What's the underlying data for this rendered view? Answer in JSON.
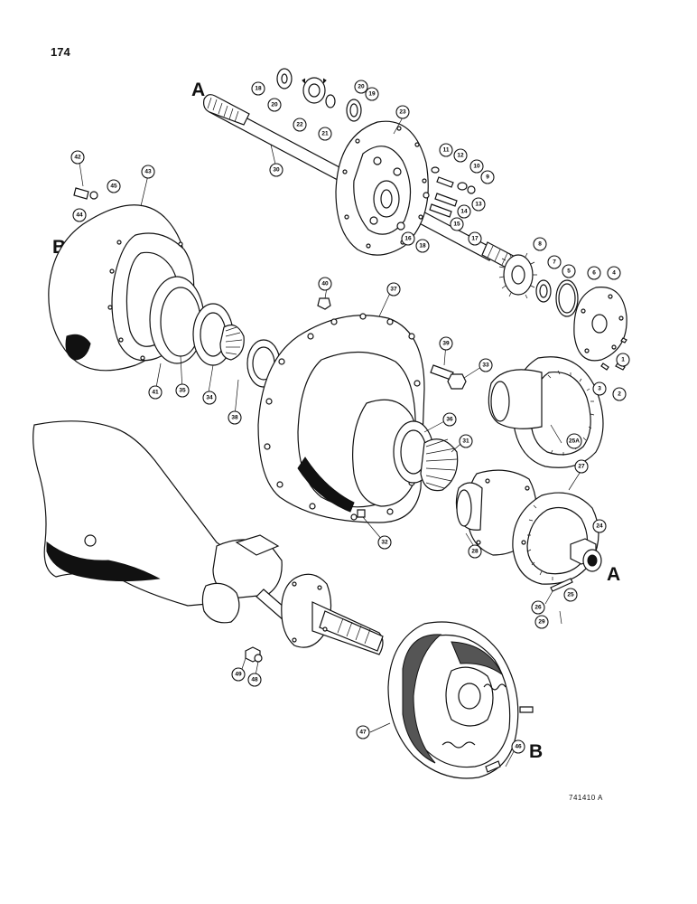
{
  "page_number": "174",
  "figure_id": "741410 A",
  "section_markers": [
    "A",
    "B",
    "A",
    "B"
  ],
  "callouts": [
    {
      "label": "1"
    },
    {
      "label": "2"
    },
    {
      "label": "3"
    },
    {
      "label": "4"
    },
    {
      "label": "5"
    },
    {
      "label": "6"
    },
    {
      "label": "7"
    },
    {
      "label": "8"
    },
    {
      "label": "9"
    },
    {
      "label": "10"
    },
    {
      "label": "11"
    },
    {
      "label": "12"
    },
    {
      "label": "13"
    },
    {
      "label": "14"
    },
    {
      "label": "15"
    },
    {
      "label": "16"
    },
    {
      "label": "17"
    },
    {
      "label": "18"
    },
    {
      "label": "18"
    },
    {
      "label": "19"
    },
    {
      "label": "20"
    },
    {
      "label": "20"
    },
    {
      "label": "21"
    },
    {
      "label": "22"
    },
    {
      "label": "23"
    },
    {
      "label": "24"
    },
    {
      "label": "25"
    },
    {
      "label": "25A"
    },
    {
      "label": "26"
    },
    {
      "label": "27"
    },
    {
      "label": "28"
    },
    {
      "label": "29"
    },
    {
      "label": "30"
    },
    {
      "label": "31"
    },
    {
      "label": "32"
    },
    {
      "label": "33"
    },
    {
      "label": "34"
    },
    {
      "label": "35"
    },
    {
      "label": "36"
    },
    {
      "label": "37"
    },
    {
      "label": "38"
    },
    {
      "label": "39"
    },
    {
      "label": "40"
    },
    {
      "label": "41"
    },
    {
      "label": "42"
    },
    {
      "label": "43"
    },
    {
      "label": "44"
    },
    {
      "label": "45"
    },
    {
      "label": "46"
    },
    {
      "label": "47"
    },
    {
      "label": "48"
    },
    {
      "label": "49"
    }
  ]
}
